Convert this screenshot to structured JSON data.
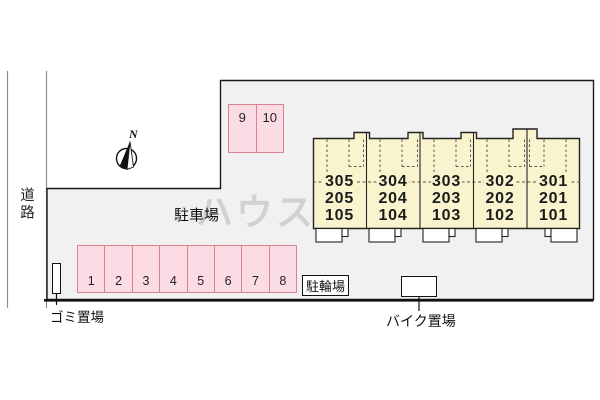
{
  "site": {
    "road_label": "道路",
    "parking_area_label": "駐車場",
    "garbage_label": "ゴミ置場",
    "bicycle_parking_label": "駐輪場",
    "motorcycle_parking_label": "バイク置場",
    "compass_north_label": "N",
    "watermark_text": "ハウス"
  },
  "parking": {
    "row_main": [
      "1",
      "2",
      "3",
      "4",
      "5",
      "6",
      "7",
      "8"
    ],
    "row_upper": [
      "9",
      "10"
    ]
  },
  "building": {
    "units": [
      {
        "rooms": [
          "305",
          "205",
          "105"
        ]
      },
      {
        "rooms": [
          "304",
          "204",
          "104"
        ]
      },
      {
        "rooms": [
          "303",
          "203",
          "103"
        ]
      },
      {
        "rooms": [
          "302",
          "202",
          "102"
        ]
      },
      {
        "rooms": [
          "301",
          "201",
          "101"
        ]
      }
    ]
  },
  "colors": {
    "site_fill": "#f1f1f1",
    "outline": "#1a1a1a",
    "road_line": "#8f8f8f",
    "parking_fill": "#fcdce4",
    "parking_border": "#d9858f",
    "building_fill": "#f9f4cd",
    "watermark": "#b7b7b7"
  }
}
